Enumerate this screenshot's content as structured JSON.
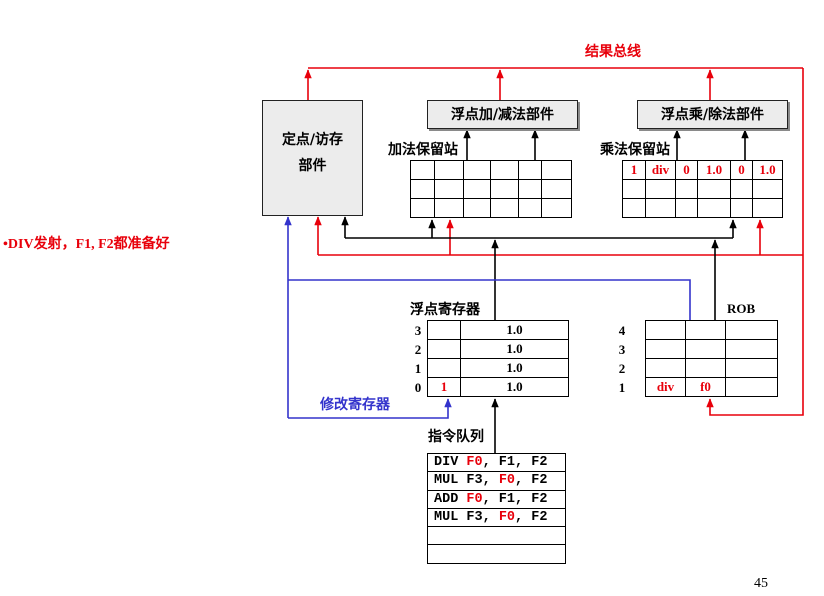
{
  "colors": {
    "highlight": "#e8000b",
    "modify_path": "#3333cc",
    "unit_fill": "#ececec"
  },
  "note": "•DIV发射，F1, F2都准备好",
  "page_number": "45",
  "result_bus": {
    "label": "结果总线"
  },
  "units": {
    "int_mem": {
      "label_lines": [
        "定点/访存",
        "部件"
      ]
    },
    "fp_add": {
      "label": "浮点加/减法部件"
    },
    "fp_mul": {
      "label": "浮点乘/除法部件"
    }
  },
  "reservation_stations": {
    "add": {
      "label": "加法保留站",
      "rows": [
        {
          "cells": [
            "",
            "",
            "",
            "",
            "",
            ""
          ],
          "highlight": false
        },
        {
          "cells": [
            "",
            "",
            "",
            "",
            "",
            ""
          ],
          "highlight": false
        },
        {
          "cells": [
            "",
            "",
            "",
            "",
            "",
            ""
          ],
          "highlight": false
        }
      ]
    },
    "mul": {
      "label": "乘法保留站",
      "rows": [
        {
          "cells": [
            "1",
            "div",
            "0",
            "1.0",
            "0",
            "1.0"
          ],
          "highlight": true
        },
        {
          "cells": [
            "",
            "",
            "",
            "",
            "",
            ""
          ],
          "highlight": false
        },
        {
          "cells": [
            "",
            "",
            "",
            "",
            "",
            ""
          ],
          "highlight": false
        }
      ]
    }
  },
  "fp_registers": {
    "label": "浮点寄存器",
    "rows": [
      {
        "index": "3",
        "tag": "",
        "value": "1.0",
        "tag_highlight": false
      },
      {
        "index": "2",
        "tag": "",
        "value": "1.0",
        "tag_highlight": false
      },
      {
        "index": "1",
        "tag": "",
        "value": "1.0",
        "tag_highlight": false
      },
      {
        "index": "0",
        "tag": "1",
        "value": "1.0",
        "tag_highlight": true
      }
    ]
  },
  "rob": {
    "label": "ROB",
    "rows": [
      {
        "index": "4",
        "cells": [
          "",
          "",
          ""
        ],
        "highlight": false
      },
      {
        "index": "3",
        "cells": [
          "",
          "",
          ""
        ],
        "highlight": false
      },
      {
        "index": "2",
        "cells": [
          "",
          "",
          ""
        ],
        "highlight": false
      },
      {
        "index": "1",
        "cells": [
          "div",
          "f0",
          ""
        ],
        "highlight": true
      }
    ]
  },
  "modify_register": {
    "label": "修改寄存器"
  },
  "instruction_queue": {
    "label": "指令队列",
    "rows": [
      {
        "segments": [
          {
            "text": "DIV ",
            "highlight": false
          },
          {
            "text": "F0",
            "highlight": true
          },
          {
            "text": ", F1, F2",
            "highlight": false
          }
        ]
      },
      {
        "segments": [
          {
            "text": "MUL F3, ",
            "highlight": false
          },
          {
            "text": "F0",
            "highlight": true
          },
          {
            "text": ", F2",
            "highlight": false
          }
        ]
      },
      {
        "segments": [
          {
            "text": "ADD ",
            "highlight": false
          },
          {
            "text": "F0",
            "highlight": true
          },
          {
            "text": ", F1, F2",
            "highlight": false
          }
        ]
      },
      {
        "segments": [
          {
            "text": "MUL F3, ",
            "highlight": false
          },
          {
            "text": "F0",
            "highlight": true
          },
          {
            "text": ", F2",
            "highlight": false
          }
        ]
      },
      {
        "segments": []
      },
      {
        "segments": []
      }
    ]
  }
}
